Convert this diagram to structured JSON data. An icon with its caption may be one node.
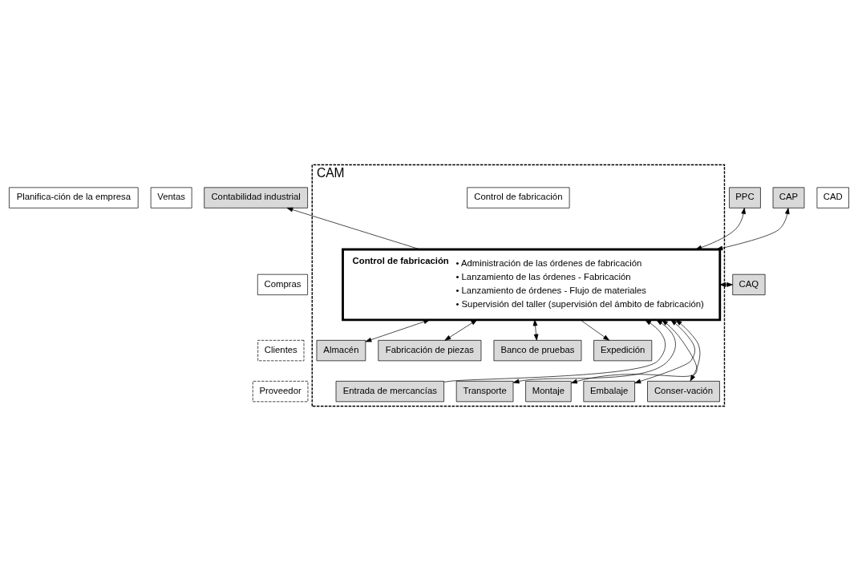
{
  "diagram": {
    "nodes": [
      {
        "text": [
          "Planifica-ción de la empresa"
        ]
      },
      {
        "text": [
          "Ventas"
        ]
      },
      {
        "text": [
          "Compras"
        ]
      },
      {
        "text": [
          "Clientes"
        ]
      },
      {
        "text": [
          "Proveedor"
        ]
      },
      {
        "text": [
          "Contabilidad industrial"
        ]
      },
      {
        "text": [
          "PPC"
        ]
      },
      {
        "text": [
          "CAD"
        ]
      },
      {
        "text": [
          "CAP"
        ]
      },
      {
        "text": [
          "CAM"
        ]
      },
      {
        "text": [
          "Control de fabricación"
        ],
        "in": 9
      },
      {
        "text": [
          "Control de fabricación",
          "• Administración de las órdenes de fabricación",
          "• Lanzamiento de las órdenes - Fabricación",
          "• Lanzamiento de órdenes - Flujo de materiales",
          "• Supervisión del taller (supervisión del ámbito de fabricación)"
        ],
        "in": 9
      },
      {
        "text": [
          "CAQ"
        ]
      },
      {
        "text": [
          "Almacén"
        ],
        "in": 9
      },
      {
        "text": [
          "Fabricación de piezas"
        ],
        "in": 9
      },
      {
        "text": [
          "Banco de pruebas"
        ],
        "in": 9
      },
      {
        "text": [
          "Expedición"
        ],
        "in": 9
      },
      {
        "text": [
          "Entrada de mercancías"
        ],
        "in": 9
      },
      {
        "text": [
          "Transporte"
        ],
        "in": 9
      },
      {
        "text": [
          "Montaje"
        ],
        "in": 9
      },
      {
        "text": [
          "Embalaje"
        ],
        "in": 9
      },
      {
        "text": [
          "Conser-vación"
        ],
        "in": 9
      }
    ],
    "edges": [
      {
        "from": 11,
        "to": 5,
        "arrow": "to"
      },
      {
        "from": 11,
        "to": 6,
        "arrow": "both"
      },
      {
        "from": 11,
        "to": 8,
        "arrow": "both"
      },
      {
        "from": 11,
        "to": 12,
        "arrow": "both"
      },
      {
        "from": 17,
        "to": 11,
        "arrow": "to"
      },
      {
        "from": 11,
        "to": 13,
        "arrow": "both"
      },
      {
        "from": 11,
        "to": 18,
        "arrow": "both"
      },
      {
        "from": 11,
        "to": 14,
        "arrow": "both"
      },
      {
        "from": 11,
        "to": 19,
        "arrow": "both"
      },
      {
        "from": 11,
        "to": 15,
        "arrow": "both"
      },
      {
        "from": 11,
        "to": 20,
        "arrow": "both"
      },
      {
        "from": 11,
        "to": 16,
        "arrow": "to"
      },
      {
        "from": 11,
        "to": 21,
        "arrow": "both"
      }
    ]
  }
}
